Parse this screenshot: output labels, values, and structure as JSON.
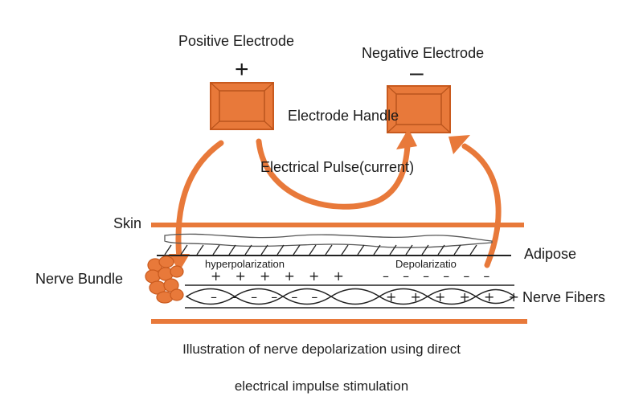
{
  "labels": {
    "positive_electrode": "Positive Electrode",
    "negative_electrode": "Negative Electrode",
    "positive_sign": "+",
    "negative_sign": "–",
    "electrode_handle": "Electrode Handle",
    "electrical_pulse": "Electrical Pulse(current)",
    "skin": "Skin",
    "adipose": "Adipose",
    "nerve_bundle": "Nerve Bundle",
    "nerve_fibers": "Nerve Fibers",
    "hyperpolarization": "hyperpolarization",
    "depolarization": "Depolarizatio"
  },
  "charges": {
    "hyper_top": "+ + + + + +",
    "hyper_bottom": "– – – – – –",
    "depol_top": "– – – – – –",
    "depol_bottom": "+ + + + + +"
  },
  "caption": {
    "line1": "Illustration of nerve depolarization using direct",
    "line2": "electrical impulse stimulation"
  },
  "colors": {
    "electrode": "#e8793a",
    "electrode_border": "#c95a1e",
    "arrow": "#e8793a",
    "skin": "#e8793a",
    "line": "#222222"
  }
}
